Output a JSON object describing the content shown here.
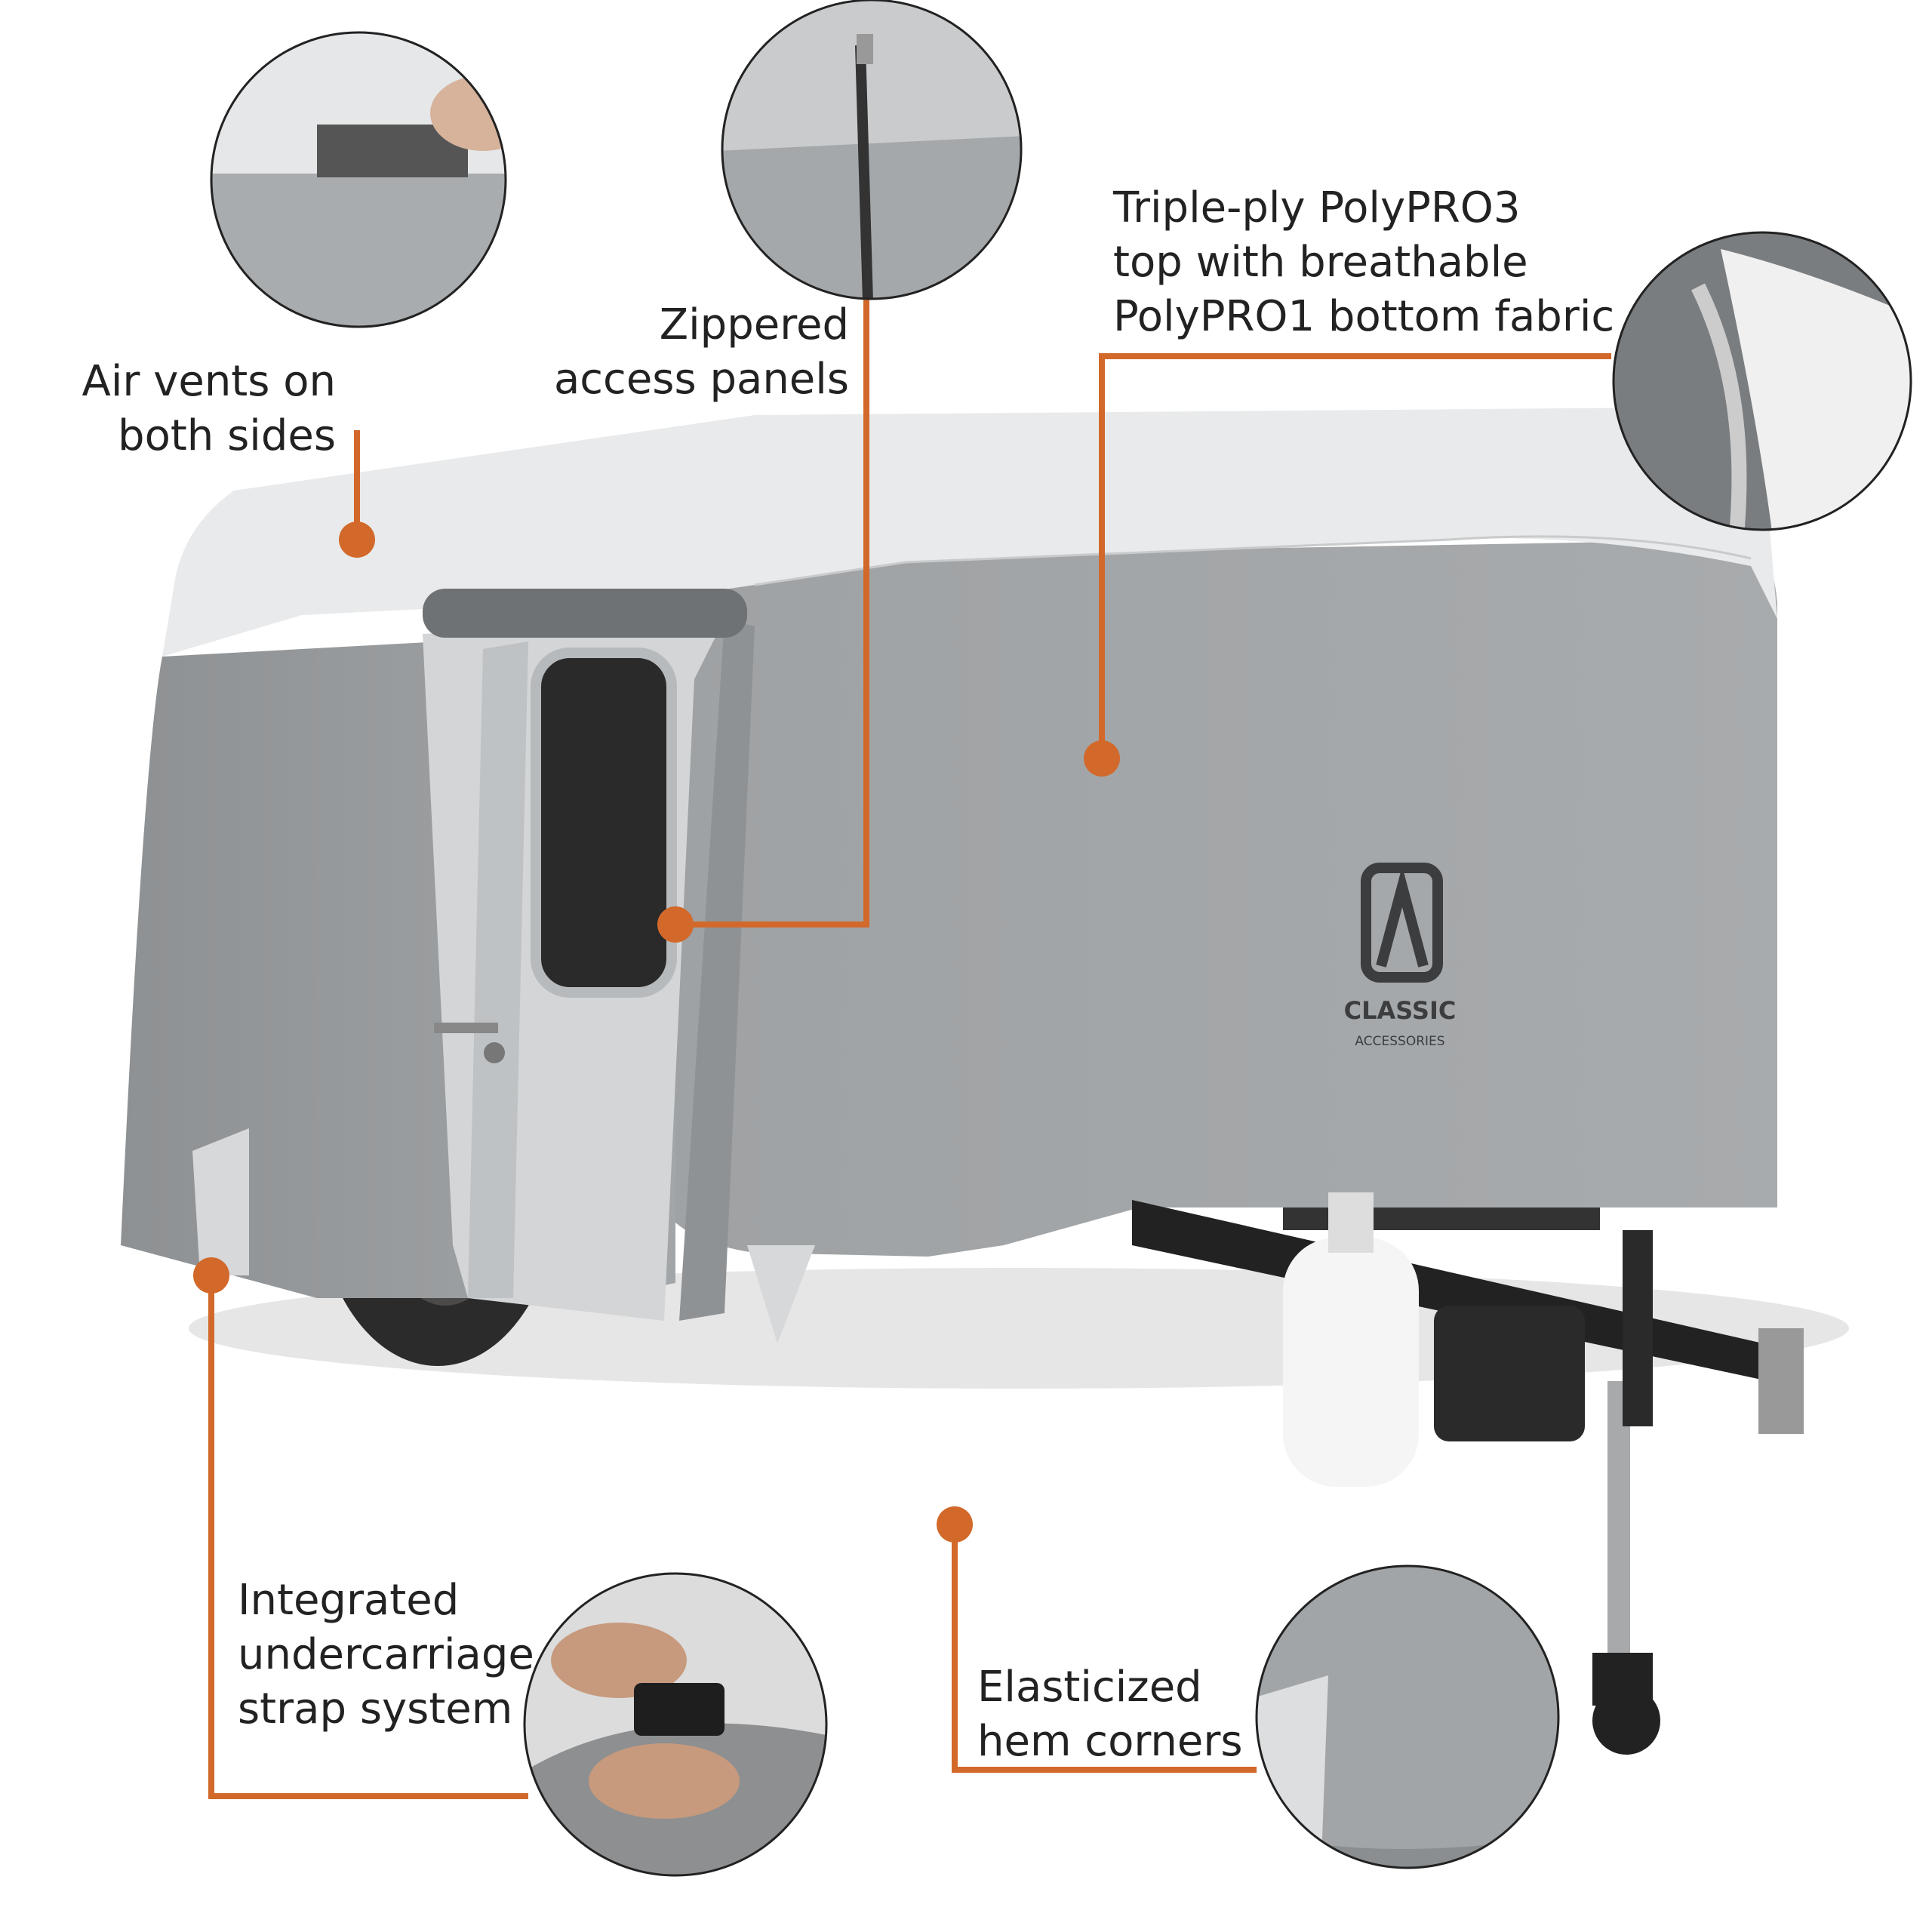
{
  "colors": {
    "accent": "#d2692b",
    "cover_light": "#e9eaeb",
    "cover_dark": "#979a9c",
    "text": "#222222"
  },
  "brand": {
    "name": "CLASSIC",
    "subtitle": "ACCESSORIES"
  },
  "callouts": {
    "air_vents": {
      "lines": [
        "Air vents on",
        "both sides"
      ]
    },
    "zippered": {
      "lines": [
        "Zippered",
        "access panels"
      ]
    },
    "fabric": {
      "lines": [
        "Triple-ply PolyPRO3",
        "top with breathable",
        "PolyPRO1 bottom fabric"
      ]
    },
    "strap": {
      "lines": [
        "Integrated",
        "undercarriage",
        "strap system"
      ]
    },
    "hem": {
      "lines": [
        "Elasticized",
        "hem corners"
      ]
    }
  }
}
